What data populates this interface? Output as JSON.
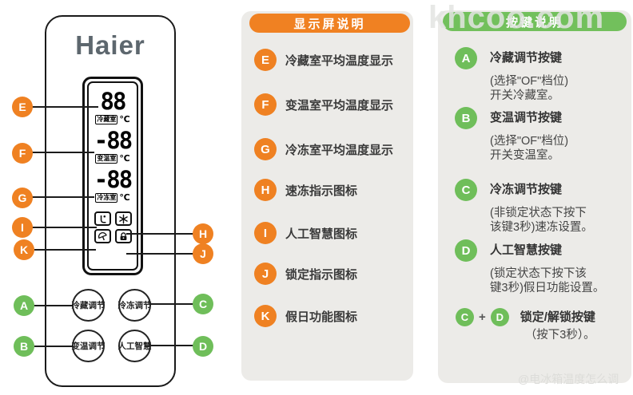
{
  "panel": {
    "brand": "Haier",
    "display": {
      "rows": [
        {
          "value": "88",
          "zone": "冷藏室",
          "unit": "℃"
        },
        {
          "value": "-88",
          "zone": "变温室",
          "unit": "℃"
        },
        {
          "value": "-88",
          "zone": "冷冻室",
          "unit": "℃"
        }
      ],
      "icons": [
        "ai-icon",
        "quick-freeze-icon",
        "holiday-icon",
        "lock-icon"
      ]
    },
    "buttons": {
      "fridge": "冷藏调节",
      "freezer": "冷冻调节",
      "varitemp": "变温调节",
      "ai": "人工智慧"
    },
    "callouts": {
      "A": "A",
      "B": "B",
      "C": "C",
      "D": "D",
      "E": "E",
      "F": "F",
      "G": "G",
      "H": "H",
      "I": "I",
      "J": "J",
      "K": "K"
    }
  },
  "display_section": {
    "title": "显示屏说明",
    "items": [
      {
        "letter": "E",
        "text": "冷藏室平均温度显示"
      },
      {
        "letter": "F",
        "text": "变温室平均温度显示"
      },
      {
        "letter": "G",
        "text": "冷冻室平均温度显示"
      },
      {
        "letter": "H",
        "text": "速冻指示图标"
      },
      {
        "letter": "I",
        "text": "人工智慧图标"
      },
      {
        "letter": "J",
        "text": "锁定指示图标"
      },
      {
        "letter": "K",
        "text": "假日功能图标"
      }
    ]
  },
  "buttons_section": {
    "title": "按键说明",
    "items": [
      {
        "letter": "A",
        "title": "冷藏调节按键",
        "sub1": "(选择\"OF\"档位)",
        "sub2": "开关冷藏室。"
      },
      {
        "letter": "B",
        "title": "变温调节按键",
        "sub1": "(选择\"OF\"档位)",
        "sub2": "开关变温室。"
      },
      {
        "letter": "C",
        "title": "冷冻调节按键",
        "sub1": "(非锁定状态下按下",
        "sub2": "该键3秒)速冻设置。"
      },
      {
        "letter": "D",
        "title": "人工智慧按键",
        "sub1": "(锁定状态下按下该",
        "sub2": "键3秒)假日功能设置。"
      }
    ],
    "combo": {
      "letter1": "C",
      "plus": "+",
      "letter2": "D",
      "title": "锁定/解锁按键",
      "sub": "（按下3秒）。"
    }
  },
  "watermarks": {
    "top": "khcoo.com",
    "bottom": "@电冰箱温度怎么调"
  },
  "colors": {
    "orange": "#EF8122",
    "green": "#6FBE5A",
    "panel_bg": "#ECEBE8",
    "brand_gray": "#5d676e"
  }
}
